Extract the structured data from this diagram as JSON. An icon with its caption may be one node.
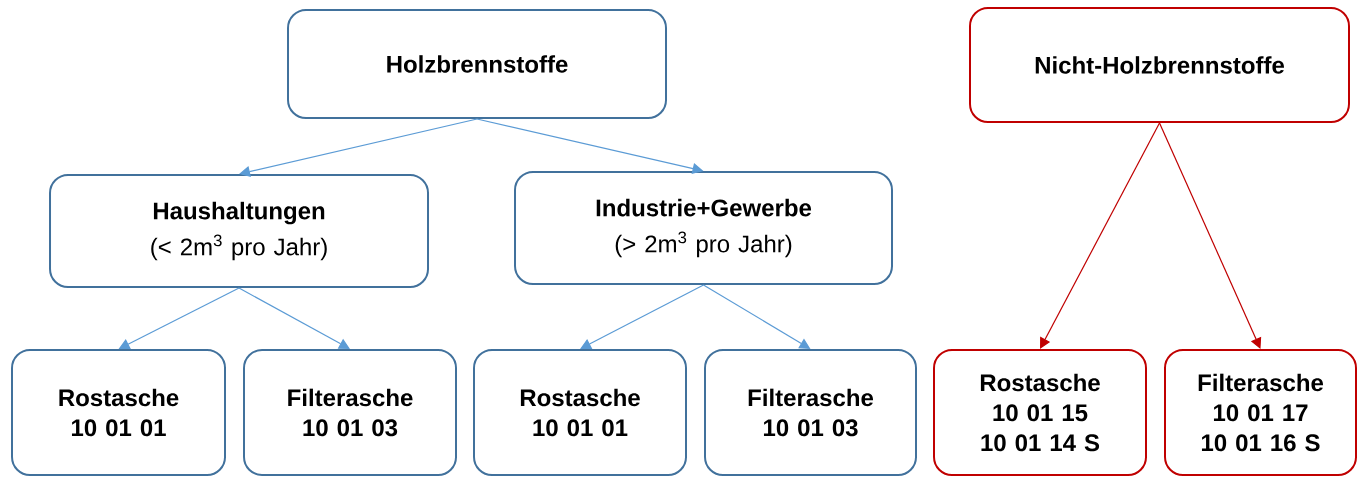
{
  "diagram": {
    "nodes": [
      {
        "text": [
          "Holzbrennstoffe"
        ]
      },
      {
        "text": [
          "Haushaltungen",
          "(< 2m$^{3}$ pro Jahr)"
        ]
      },
      {
        "text": [
          "Industrie+Gewerbe",
          "(> 2m$^{3}$ pro Jahr)"
        ]
      },
      {
        "text": [
          "Rostasche 10 01 01"
        ]
      },
      {
        "text": [
          "Filterasche 10 01 03"
        ]
      },
      {
        "text": [
          "Rostasche 10 01 01"
        ]
      },
      {
        "text": [
          "Filterasche 10 01 03"
        ]
      },
      {
        "text": [
          "Nicht-Holzbrennstoffe"
        ]
      },
      {
        "text": [
          "Rostasche 10 01 15 10 01 14 S"
        ]
      },
      {
        "text": [
          "Filterasche 10 01 17 10 01 16 S"
        ]
      }
    ],
    "edges": [
      {
        "from": 0,
        "to": 1,
        "arrow": "to"
      },
      {
        "from": 0,
        "to": 2,
        "arrow": "to"
      },
      {
        "from": 1,
        "to": 3,
        "arrow": "to"
      },
      {
        "from": 1,
        "to": 4,
        "arrow": "to"
      },
      {
        "from": 2,
        "to": 5,
        "arrow": "to"
      },
      {
        "from": 2,
        "to": 6,
        "arrow": "to"
      },
      {
        "from": 7,
        "to": 8,
        "arrow": "to",
        "color": "#c00000"
      },
      {
        "from": 7,
        "to": 9,
        "arrow": "to",
        "color": "#c00000"
      }
    ]
  }
}
